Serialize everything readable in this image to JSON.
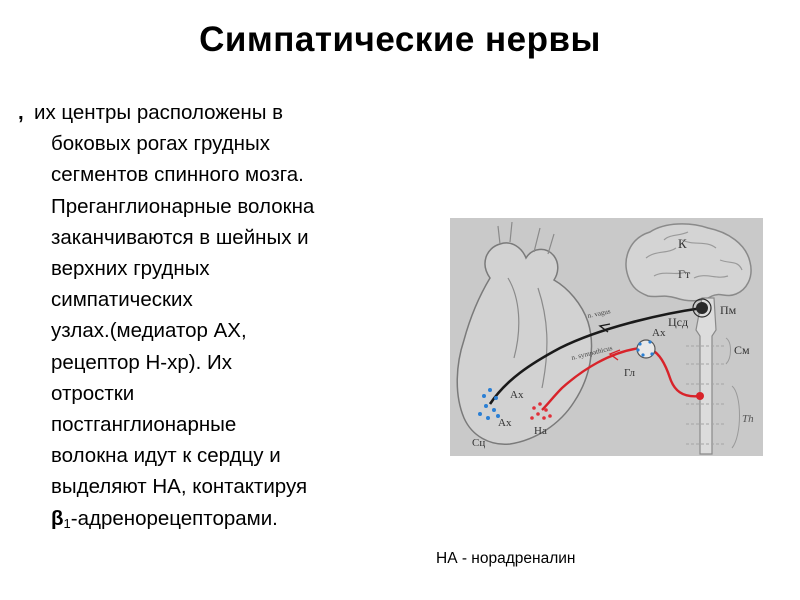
{
  "slide": {
    "title": "Симпатические нервы",
    "bullet": ",",
    "body_lines": [
      "их центры расположены в",
      "боковых рогах грудных",
      "сегментов спинного мозга.",
      "Преганглионарные волокна",
      "заканчиваются в шейных и",
      "верхних грудных",
      "симпатических",
      "узлах.(медиатор АХ,",
      "рецептор Н-хр). Их",
      "отростки",
      "постганглионарные",
      "волокна идут к сердцу и",
      "выделяют НА, контактируя"
    ],
    "last_line": {
      "beta": "β",
      "sub": "1",
      "rest": "-адренорецепторами."
    },
    "footnote": "НА - норадреналин"
  },
  "diagram": {
    "labels": {
      "k": "К",
      "gt": "Гт",
      "tssd": "Цсд",
      "pm": "Пм",
      "sm": "См",
      "th": "Th",
      "ax_top": "Ах",
      "gl": "Гл",
      "ax_heart_1": "Ах",
      "ax_heart_2": "Ах",
      "na": "На",
      "sts": "Сц",
      "n_vagus": "n. vagus",
      "n_sympathicus": "n. sympathicus"
    },
    "colors": {
      "background": "#c9c9c9",
      "sympathetic_fiber": "#d8232a",
      "vagus_fiber": "#1a1a1a",
      "acetylcholine_dots": "#2a7fd4",
      "noradrenaline_dots": "#e0303a"
    }
  }
}
